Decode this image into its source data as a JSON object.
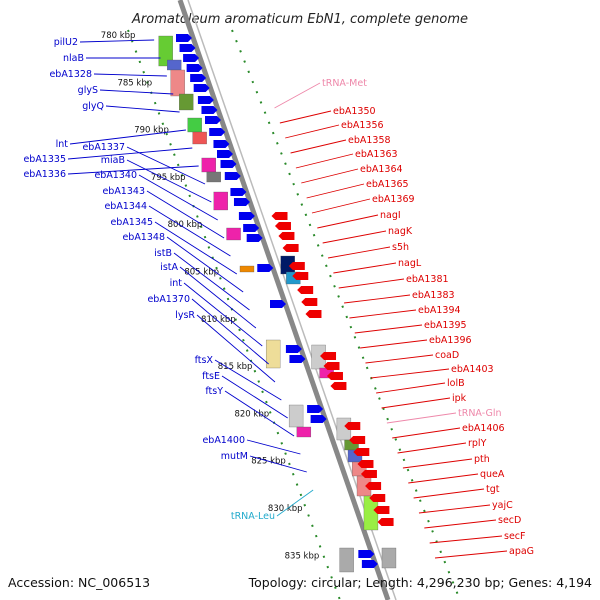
{
  "title": "Aromatoleum aromaticum EbN1, complete genome",
  "footer": {
    "accession": "Accession: NC_006513",
    "summary": "Topology: circular; Length: 4,296,230 bp; Genes: 4,194"
  },
  "colors": {
    "left_label": "#0000cc",
    "right_label": "#dd0000",
    "trna_label": "#ee88aa",
    "trna_leu_label": "#22aacc",
    "backbone": "#888888",
    "dotted_track": "#2a8a2a",
    "gene_forward": "#0000ee",
    "gene_reverse": "#ee0000"
  },
  "scale_ticks": [
    "780 kbp",
    "785 kbp",
    "790 kbp",
    "795 kbp",
    "800 kbp",
    "805 kbp",
    "810 kbp",
    "815 kbp",
    "820 kbp",
    "825 kbp",
    "830 kbp",
    "835 kbp"
  ],
  "left_labels": [
    "pilU2",
    "nlaB",
    "ebA1328",
    "glyS",
    "glyQ",
    "lnt",
    "ebA1335",
    "ebA1336",
    "ebA1337",
    "miaB",
    "ebA1340",
    "ebA1343",
    "ebA1344",
    "ebA1345",
    "ebA1348",
    "istB",
    "istA",
    "int",
    "ebA1370",
    "lysR",
    "ftsX",
    "ftsE",
    "ftsY",
    "ebA1400",
    "mutM",
    "tRNA-Leu"
  ],
  "right_labels": [
    "tRNA-Met",
    "ebA1350",
    "ebA1356",
    "ebA1358",
    "ebA1363",
    "ebA1364",
    "ebA1365",
    "ebA1369",
    "nagI",
    "nagK",
    "s5h",
    "nagL",
    "ebA1381",
    "ebA1383",
    "ebA1394",
    "ebA1395",
    "ebA1396",
    "coaD",
    "ebA1403",
    "lolB",
    "ipk",
    "tRNA-Gln",
    "ebA1406",
    "rplY",
    "pth",
    "queA",
    "tgt",
    "yajC",
    "secD",
    "secF",
    "apaG"
  ]
}
